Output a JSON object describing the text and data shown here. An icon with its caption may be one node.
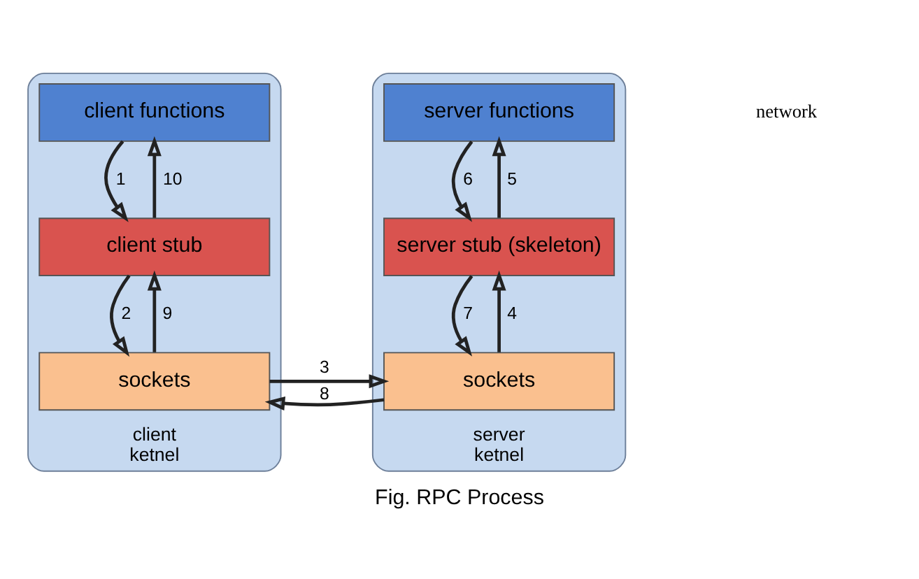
{
  "diagram": {
    "caption": "Fig. RPC Process",
    "nodes": [
      {
        "text": [
          "client",
          "ketnel"
        ]
      },
      {
        "text": [
          "client functions"
        ],
        "in": 0
      },
      {
        "text": [
          "client stub"
        ],
        "in": 0
      },
      {
        "text": [
          "sockets"
        ],
        "in": 0
      },
      {
        "text": [
          "server",
          "ketnel"
        ]
      },
      {
        "text": [
          "server functions"
        ],
        "in": 4
      },
      {
        "text": [
          "server stub (skeleton)"
        ],
        "in": 4
      },
      {
        "text": [
          "sockets"
        ],
        "in": 4
      }
    ],
    "edges": [
      {
        "from": 1,
        "to": 2,
        "arrow": "to",
        "label": "1"
      },
      {
        "from": 2,
        "to": 1,
        "arrow": "to",
        "label": "10"
      },
      {
        "from": 2,
        "to": 3,
        "arrow": "to",
        "label": "2"
      },
      {
        "from": 3,
        "to": 2,
        "arrow": "to",
        "label": "9"
      },
      {
        "from": 3,
        "to": 7,
        "arrow": "to",
        "label": "3"
      },
      {
        "from": 7,
        "to": 3,
        "arrow": "to",
        "label": "8"
      },
      {
        "from": 6,
        "to": 5,
        "arrow": "to",
        "label": "5"
      },
      {
        "from": 5,
        "to": 6,
        "arrow": "to",
        "label": "6"
      },
      {
        "from": 7,
        "to": 6,
        "arrow": "to",
        "label": "4"
      },
      {
        "from": 6,
        "to": 7,
        "arrow": "to",
        "label": "7"
      }
    ],
    "labels": [
      "network"
    ]
  }
}
